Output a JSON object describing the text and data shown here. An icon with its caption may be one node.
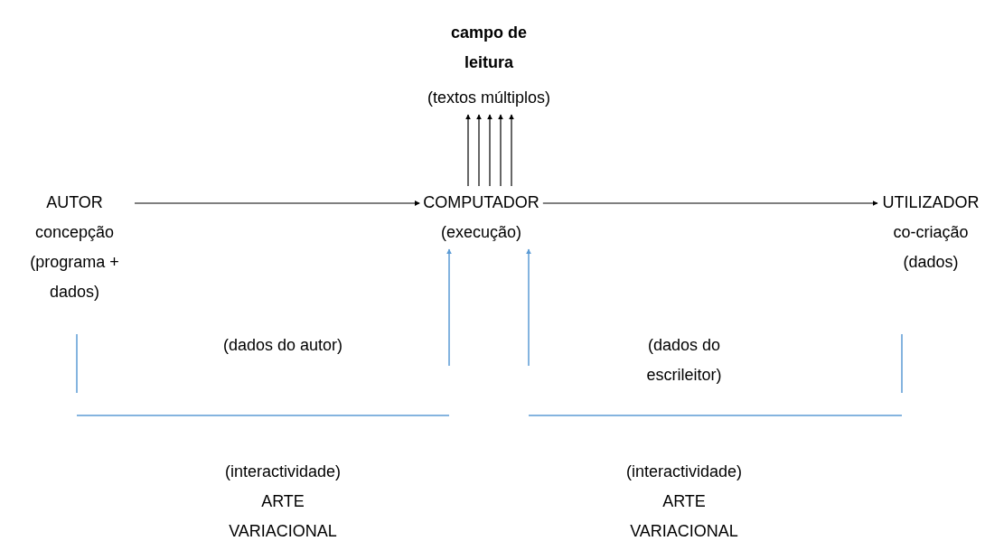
{
  "diagram": {
    "nodes": [
      {
        "text": [
          "campo de leitura",
          "(textos múltiplos)"
        ]
      },
      {
        "text": [
          "AUTOR",
          "concepção (programa + dados)"
        ]
      },
      {
        "text": [
          "COMPUTADOR",
          "(execução)"
        ]
      },
      {
        "text": [
          "UTILIZADOR",
          "co-criação (dados)"
        ]
      }
    ],
    "edges": [
      {
        "from": 1,
        "to": 2,
        "arrow": "to"
      },
      {
        "from": 2,
        "to": 3,
        "arrow": "to"
      },
      {
        "from": 2,
        "to": 0,
        "arrow": "to"
      },
      {
        "from": 2,
        "to": 0,
        "arrow": "to"
      },
      {
        "from": 2,
        "to": 0,
        "arrow": "to"
      },
      {
        "from": 2,
        "to": 0,
        "arrow": "to"
      },
      {
        "from": 2,
        "to": 0,
        "arrow": "to"
      },
      {
        "from": null,
        "to": 2,
        "arrow": "to",
        "color": "#5b9bd5"
      },
      {
        "from": null,
        "to": 2,
        "arrow": "to",
        "color": "#5b9bd5"
      }
    ],
    "labels": [
      "(dados do autor)",
      "(dados do escrileitor)",
      "(interactividade) ARTE VARIACIONAL",
      "(interactividade) ARTE VARIACIONAL"
    ]
  }
}
